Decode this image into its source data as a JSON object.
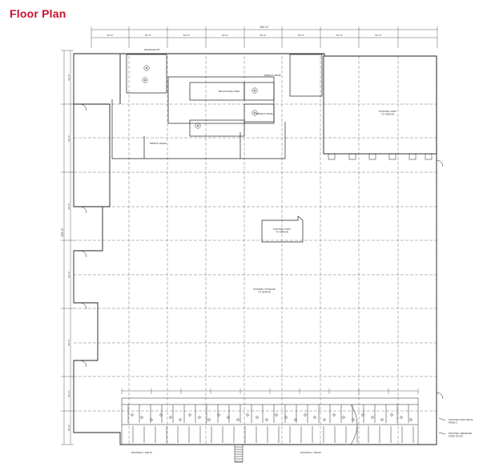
{
  "page": {
    "title": "Floor Plan",
    "accent_color": "#c8102e",
    "line_color": "#333333"
  },
  "plan": {
    "overall_width_label": "300'-0\"",
    "overall_height_label": "500'-0\"",
    "column_bay_labels": [
      "50'-0\"",
      "50'-0\"",
      "50'-0\"",
      "50'-0\"",
      "50'-0\"",
      "50'-0\"",
      "50'-0\"",
      "50'-0\""
    ],
    "left_bay_labels": [
      "50'-0\"",
      "50'-0\"",
      "50'-0\"",
      "50'-0\"",
      "50'-0\"",
      "50'-0\"",
      "50'-0\""
    ],
    "rooms": {
      "storage_center": "EXISTING STORAGE\nTO REMAIN",
      "office_box": "EXISTING SHOP\nTO REMAIN",
      "upper_right": "EXISTING SHOP\nTO REMAIN",
      "processing": "PROCESSING AREA",
      "trench_drain_1": "TRENCH DRAIN",
      "trench_drain_2": "TRENCH DRAIN",
      "trench_drain_3": "TRENCH DRAIN",
      "drainage_pit": "DRAINAGE PIT"
    },
    "notes": {
      "electrical": "EXISTING ELECTRICAL\nPANELS",
      "sprinkler": "EXISTING SPRINKLER\nRISER ROOM",
      "driveway_1": "DRIVEWAY / ENTRY",
      "driveway_2": "DRIVEWAY / ENTRY"
    }
  }
}
